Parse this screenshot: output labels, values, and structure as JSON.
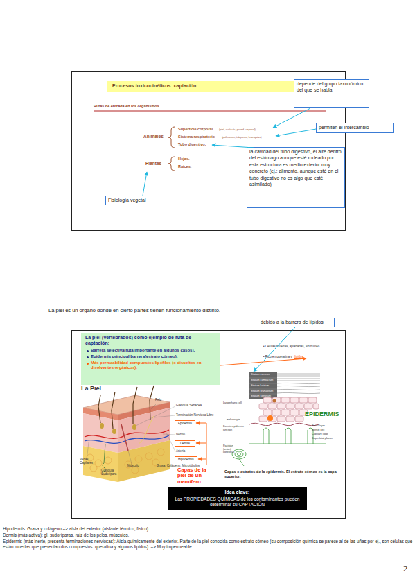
{
  "diagram": {
    "nodes": [
      {
        "text": [
          "Rutas de entrada en los organismos",
          "Animales",
          "Superficie corporal",
          "(piel, cutícula, pared corporal)",
          "Sistema respiratorio",
          "(pulmones, tráqueas, branquias)",
          "Tubo digestivo.",
          "Plantas",
          "Hojas.",
          "Raíces."
        ]
      },
      {
        "text": [
          "Procesos toxicocinéticos: captación."
        ],
        "in": 0
      },
      {
        "text": [
          "depende del grupo taxonómico del que se habla"
        ]
      },
      {
        "text": [
          "permiten el intercambio"
        ]
      },
      {
        "text": [
          "la cavidad del tubo digestivo, el aire dentro del estómago aunque esté rodeado por esta estructura es medio exterior muy concreto (ej.: alimento, aunque esté en el tubo digestivo no es algo que esté asimilado)"
        ],
        "in": 0
      },
      {
        "text": [
          "Fisiología vegetal"
        ],
        "in": 0
      },
      {
        "text": [
          "debido a la barrera de lípidos"
        ]
      },
      {
        "text": [
          "La Piel",
          "Pelo",
          "Glándula Sebácea",
          "Terminación Nerviosa Libre",
          "Nervio",
          "Arteria",
          "Grasa, Colágeno, Microtúbulos",
          "Venas Capilares",
          "Glándula Sudorípara",
          "Músculo",
          "Capas de la piel de un mamífero",
          "• Células muertas, aplanadas, sin núcleo.",
          "• Rico en queratina y",
          "lípidos.",
          "Stratum corneum",
          "Stratum compactum",
          "Stratum lucidum",
          "Stratum granulosum",
          "Stratum spinosum",
          "Langerhans cell",
          "melanocyte",
          "Dermis-epidermis junction",
          "Pacinian (onion) corpuscle",
          "EPIDERMIS",
          "Basal layer",
          "Merkel cell",
          "Capillary loop",
          "Superficial plexus",
          "Capas o estratos de la epidermis. El estrato córneo es la capa superior."
        ]
      },
      {
        "text": [
          "La piel (vertebrados) como ejemplo de ruta de captación:",
          "Barrera selectiva(ruta importante en algunos casos).",
          "Epidermis principal barrera(estrato córneo).",
          "Más permeabilidad compuestos lipófilos (o disueltos en disolventes orgánicos)."
        ],
        "in": 7
      },
      {
        "text": [
          "Epidermis"
        ],
        "in": 7
      },
      {
        "text": [
          "Dermis"
        ],
        "in": 7
      },
      {
        "text": [
          "Hipodermis"
        ],
        "in": 7
      },
      {
        "text": [
          "Idea clave:",
          "Las PROPIEDADES QUÍMICAS de los contaminantes pueden determinar su CAPTACIÓN"
        ],
        "in": 7
      }
    ],
    "labels": [
      "La piel es un órgano donde en cierto partes tienen funcionamiento distinto.",
      "Hipodermis: Grasa y colágeno => aísla del exterior (aislante térmico, físico)",
      "Dermis (más activa): gl. sudoríparas, raíz de los pelos, músculos.",
      "Epidermis (más inerte, presenta terminaciones nerviosas): Aísla químicamente del exterior. Parte de la piel conocida como estrato córneo (su composición química se parece al de las uñas por ej., son células que están muertas que presentan dos compuestos: queratina y algunos lípidos). => Muy impermeable.",
      "2"
    ]
  }
}
